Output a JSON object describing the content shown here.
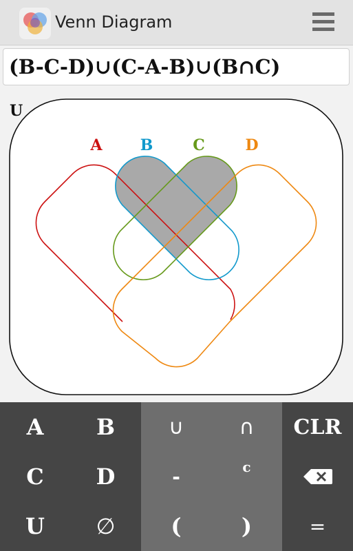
{
  "app": {
    "title": "Venn Diagram",
    "icon": "venn-app-icon",
    "menu_icon": "hamburger-menu-icon"
  },
  "expression": "(B-C-D)∪(C-A-B)∪(B∩C)",
  "diagram": {
    "universe_label": "U",
    "sets": [
      {
        "label": "A",
        "color": "#cc1111"
      },
      {
        "label": "B",
        "color": "#1199cc"
      },
      {
        "label": "C",
        "color": "#66991a"
      },
      {
        "label": "D",
        "color": "#ee8811"
      }
    ],
    "shaded_color": "#a9a9a9"
  },
  "keypad": {
    "keys": [
      {
        "id": "A",
        "label": "A"
      },
      {
        "id": "B",
        "label": "B"
      },
      {
        "id": "union",
        "label": "∪"
      },
      {
        "id": "intersect",
        "label": "∩"
      },
      {
        "id": "clr",
        "label": "CLR"
      },
      {
        "id": "C",
        "label": "C"
      },
      {
        "id": "D",
        "label": "D"
      },
      {
        "id": "minus",
        "label": "-"
      },
      {
        "id": "complement",
        "label": "c"
      },
      {
        "id": "backspace",
        "icon": "backspace-icon"
      },
      {
        "id": "U",
        "label": "U"
      },
      {
        "id": "empty",
        "label": "∅"
      },
      {
        "id": "lparen",
        "label": "("
      },
      {
        "id": "rparen",
        "label": ")"
      },
      {
        "id": "equals",
        "label": "="
      }
    ],
    "colors": {
      "dark": "#454545",
      "mid": "#6e6e6e"
    }
  }
}
